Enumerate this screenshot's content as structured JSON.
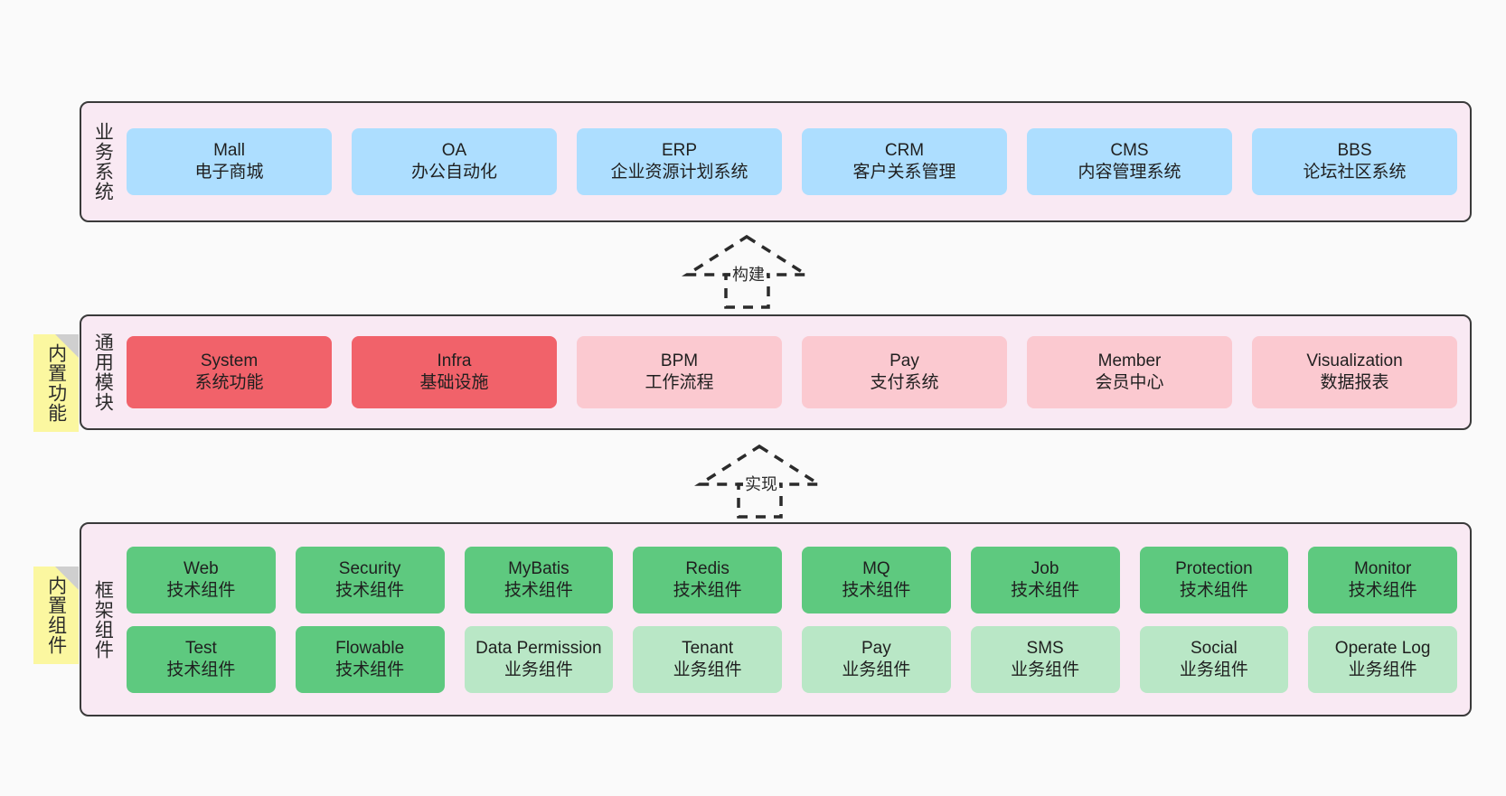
{
  "diagram": {
    "background": "#fafafa",
    "colors": {
      "layer_fill": "#f9e9f3",
      "layer_border": "#3a3a3a",
      "business_node": "#addeff",
      "module_core": "#f1626a",
      "module_optional": "#fbc9d0",
      "framework_tech": "#5ec97f",
      "framework_biz": "#b9e7c6",
      "sticky_note": "#fbf7a0",
      "sticky_fold": "#cfcfcf"
    }
  },
  "layers": {
    "business": {
      "title": "业务系统",
      "nodes": [
        {
          "name": "Mall",
          "sub": "电子商城"
        },
        {
          "name": "OA",
          "sub": "办公自动化"
        },
        {
          "name": "ERP",
          "sub": "企业资源计划系统"
        },
        {
          "name": "CRM",
          "sub": "客户关系管理"
        },
        {
          "name": "CMS",
          "sub": "内容管理系统"
        },
        {
          "name": "BBS",
          "sub": "论坛社区系统"
        }
      ]
    },
    "modules": {
      "title": "通用模块",
      "sticky": "内置功能",
      "nodes": [
        {
          "name": "System",
          "sub": "系统功能"
        },
        {
          "name": "Infra",
          "sub": "基础设施"
        },
        {
          "name": "BPM",
          "sub": "工作流程"
        },
        {
          "name": "Pay",
          "sub": "支付系统"
        },
        {
          "name": "Member",
          "sub": "会员中心"
        },
        {
          "name": "Visualization",
          "sub": "数据报表"
        }
      ]
    },
    "framework": {
      "title": "框架组件",
      "sticky": "内置组件",
      "row1": [
        {
          "name": "Web",
          "sub": "技术组件"
        },
        {
          "name": "Security",
          "sub": "技术组件"
        },
        {
          "name": "MyBatis",
          "sub": "技术组件"
        },
        {
          "name": "Redis",
          "sub": "技术组件"
        },
        {
          "name": "MQ",
          "sub": "技术组件"
        },
        {
          "name": "Job",
          "sub": "技术组件"
        },
        {
          "name": "Protection",
          "sub": "技术组件"
        },
        {
          "name": "Monitor",
          "sub": "技术组件"
        }
      ],
      "row2": [
        {
          "name": "Test",
          "sub": "技术组件"
        },
        {
          "name": "Flowable",
          "sub": "技术组件"
        },
        {
          "name": "Data Permission",
          "sub": "业务组件"
        },
        {
          "name": "Tenant",
          "sub": "业务组件"
        },
        {
          "name": "Pay",
          "sub": "业务组件"
        },
        {
          "name": "SMS",
          "sub": "业务组件"
        },
        {
          "name": "Social",
          "sub": "业务组件"
        },
        {
          "name": "Operate Log",
          "sub": "业务组件"
        }
      ]
    }
  },
  "connectors": [
    {
      "label": "构建"
    },
    {
      "label": "实现"
    }
  ]
}
